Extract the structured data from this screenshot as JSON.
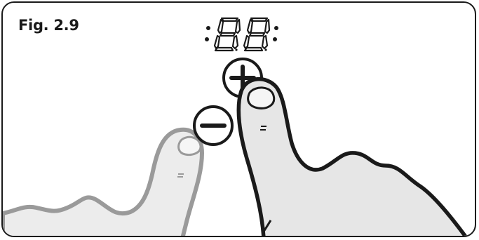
{
  "figure": {
    "label": "Fig. 2.9"
  },
  "display": {
    "readout": "88",
    "style": "seven-segment"
  },
  "controls": {
    "plus": {
      "icon": "plus-icon",
      "symbol": "+"
    },
    "minus": {
      "icon": "minus-icon",
      "symbol": "−"
    }
  },
  "illustration": {
    "front_finger": "index-finger-icon",
    "back_finger": "index-finger-faded-icon"
  }
}
